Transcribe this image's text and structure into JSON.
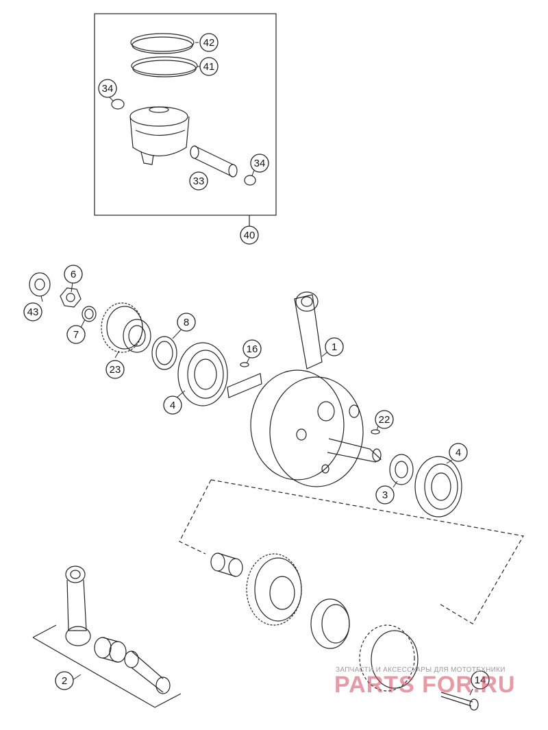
{
  "callouts": {
    "c42": "42",
    "c41": "41",
    "c34a": "34",
    "c34b": "34",
    "c33": "33",
    "c40": "40",
    "c6": "6",
    "c43": "43",
    "c7": "7",
    "c8": "8",
    "c23": "23",
    "c16": "16",
    "c1": "1",
    "c4a": "4",
    "c22": "22",
    "c4b": "4",
    "c3": "3",
    "c2": "2",
    "c14": "14"
  },
  "watermark": {
    "caption": "ЗАПЧАСТИ И АКСЕССУАРЫ ДЛЯ МОТОТЕХНИКИ",
    "brand": "PARTS FOR.RU"
  },
  "colors": {
    "line": "#222222",
    "callout_bg": "#ffffff",
    "watermark": "#d6465a"
  }
}
